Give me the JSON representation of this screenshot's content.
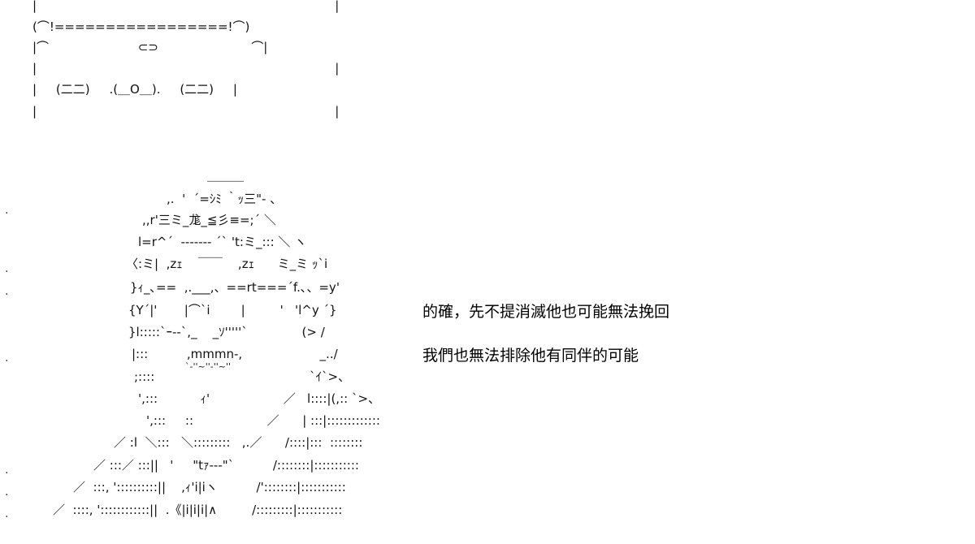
{
  "art": {
    "box": [
      "|                                                                             |",
      "(⌒!=================!⌒)",
      "|⌒                       ⊂⊃                        ⌒|",
      "|                                                                             |",
      "|     (二二)     .(＿O＿).     (二二)     |",
      "|                                                                             |"
    ],
    "face": [
      "￣￣￣",
      ",.  '  ´=ｼﾐ ｀ｯ三\"‐ 、",
      ",,r'三ミ_尨_≦彡≡=;´ ＼",
      "l=r^´  ‐‐‐‐‐‐‐ ´` 't:ミ_::: ＼ ヽ",
      "〈:ミ|  ,zｪ    ￣￣    ,zｪ      ミ_ミ ｯ`i",
      "}ｨ_､==  ,.___,、==rt===´f.､、=y'",
      "{Y´|'       |⌒`i        |         '   'l^y ´}",
      "}l:::::`ｰ--`,_    _ｿ'''''`              (> /",
      "|:::          ,mmmn‐,                    _../",
      "`‐''~''‐''~''",
      ";::::                                        `ｲ`>、",
      "',:::           ｨ'                   ／   l::::|(,:: `>、",
      "',:::     ::                   ／      | :::|:::::::::::::",
      "／ :l  ＼:::   ＼:::::::::   ,.／      /::::|:::  ::::::::",
      "／ :::／ :::||   '     \"tｧ‐‐‐\"`          /::::::::|:::::::::::",
      "／  :::, '::::::::::||    ,ｨ'i|iヽ          /'::::::::|:::::::::::",
      "／  ::::, '::::::::::::||  .《|i|i|i|∧         /:::::::::|:::::::::::"
    ],
    "dots": [
      ".",
      ".",
      ".",
      ".",
      ".",
      ".",
      "."
    ]
  },
  "dialogue": [
    "的確，先不提消滅他也可能無法挽回",
    "我們也無法排除他有同伴的可能"
  ]
}
